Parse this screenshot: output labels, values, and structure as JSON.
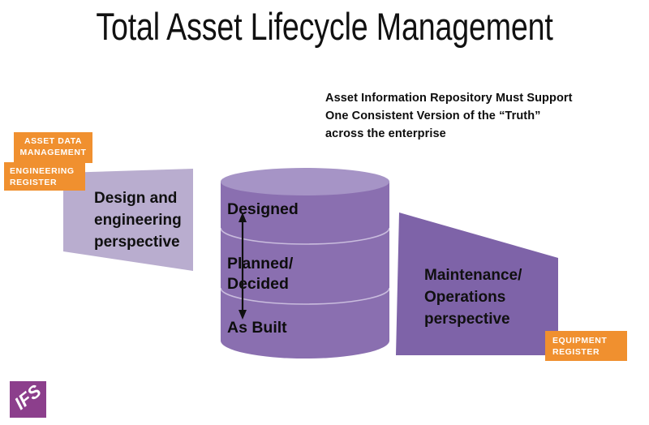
{
  "slide": {
    "title": "Total Asset Lifecycle Management",
    "background_color": "#ffffff"
  },
  "callout": {
    "line1": "Asset Information Repository Must Support",
    "line2": "One Consistent Version of the “Truth”",
    "line3": "across the enterprise"
  },
  "tags": {
    "asset_data_management": "ASSET DATA MANAGEMENT",
    "engineering_register": "ENGINEERING REGISTER",
    "equipment_register": "EQUIPMENT REGISTER",
    "color": "#f0902f",
    "text_color": "#ffffff"
  },
  "wedges": {
    "left": {
      "label": "Design and engineering perspective",
      "color": "#b9adcf"
    },
    "right": {
      "label": "Maintenance/ Operations perspective",
      "color": "#7e63a8"
    }
  },
  "cylinder": {
    "body_color": "#8a6fb0",
    "top_color": "#a694c6",
    "bands": [
      {
        "label": "Designed"
      },
      {
        "label": "Planned/ Decided"
      },
      {
        "label": "As Built"
      }
    ],
    "band_labels": {
      "designed": "Designed",
      "planned_line1": "Planned/",
      "planned_line2": "Decided",
      "as_built": "As Built"
    },
    "arrow": "double-headed-vertical-arrow"
  },
  "logo": {
    "text": "IFS",
    "color": "#8c3f8c"
  }
}
